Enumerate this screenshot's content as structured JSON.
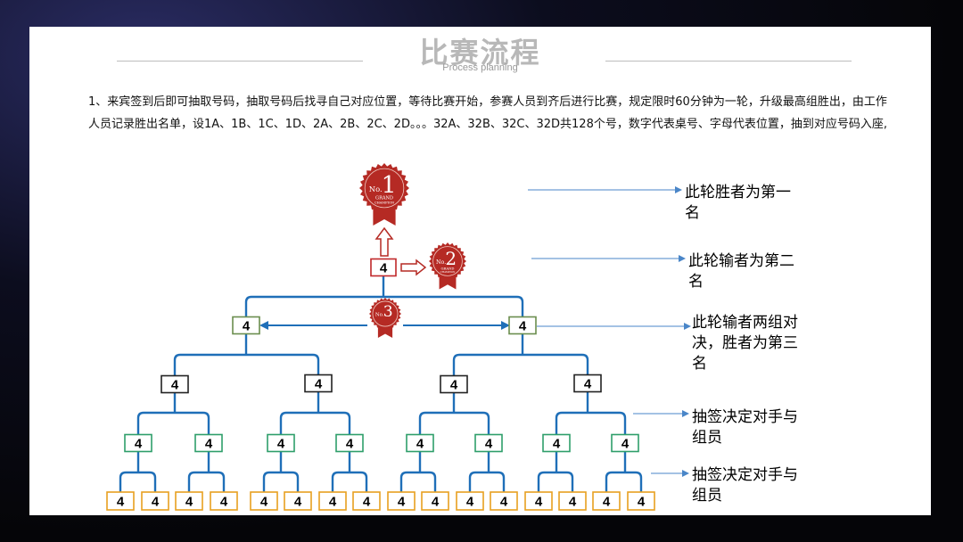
{
  "header": {
    "title": "比赛流程",
    "subtitle": "Process planning"
  },
  "intro": "1、来宾签到后即可抽取号码，抽取号码后找寻自己对应位置，等待比赛开始，参赛人员到齐后进行比赛，规定限时60分钟为一轮，升级最高组胜出，由工作人员记录胜出名单，设1A、1B、1C、1D、2A、2B、2C、2D。。。32A、32B、32C、32D共128个号，数字代表桌号、字母代表位置，抽到对应号码入座,",
  "node_value": "4",
  "medals": [
    {
      "number": "1",
      "prefix": "No.",
      "caption": "GRAND",
      "caption2": "CHAMPION"
    },
    {
      "number": "2",
      "prefix": "No.",
      "caption": "GRAND",
      "caption2": "CHAMPION"
    },
    {
      "number": "3",
      "prefix": "No.",
      "caption": "",
      "caption2": ""
    }
  ],
  "notes": [
    "此轮胜者为第一名",
    "此轮输者为第二名",
    "此轮输者两组对决，胜者为第三名",
    "抽签决定对手与组员",
    "抽签决定对手与组员"
  ],
  "colors": {
    "connector": "#1f6fb8",
    "arrow": "#4a86c8",
    "medal": "#b52a24",
    "box_level0": "#c0282a",
    "box_level1": "#6b8e4e",
    "box_level2": "#222222",
    "box_level3": "#2e9e6a",
    "box_level4": "#e8a020"
  }
}
